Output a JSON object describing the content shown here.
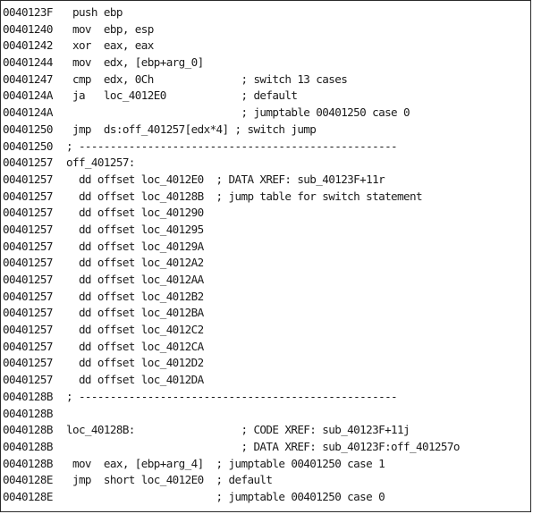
{
  "listing": {
    "lines": [
      {
        "addr": "0040123F",
        "text": "  push ebp"
      },
      {
        "addr": "00401240",
        "text": "  mov  ebp, esp"
      },
      {
        "addr": "00401242",
        "text": "  xor  eax, eax"
      },
      {
        "addr": "00401244",
        "text": "  mov  edx, [ebp+arg_0]"
      },
      {
        "addr": "00401247",
        "text": "  cmp  edx, 0Ch              ; switch 13 cases"
      },
      {
        "addr": "0040124A",
        "text": "  ja   loc_4012E0            ; default"
      },
      {
        "addr": "0040124A",
        "text": "                             ; jumptable 00401250 case 0"
      },
      {
        "addr": "00401250",
        "text": "  jmp  ds:off_401257[edx*4] ; switch jump"
      },
      {
        "addr": "00401250",
        "text": " ; ---------------------------------------------------"
      },
      {
        "addr": "00401257",
        "text": " off_401257:"
      },
      {
        "addr": "00401257",
        "text": "   dd offset loc_4012E0  ; DATA XREF: sub_40123F+11r"
      },
      {
        "addr": "00401257",
        "text": "   dd offset loc_40128B  ; jump table for switch statement"
      },
      {
        "addr": "00401257",
        "text": "   dd offset loc_401290"
      },
      {
        "addr": "00401257",
        "text": "   dd offset loc_401295"
      },
      {
        "addr": "00401257",
        "text": "   dd offset loc_40129A"
      },
      {
        "addr": "00401257",
        "text": "   dd offset loc_4012A2"
      },
      {
        "addr": "00401257",
        "text": "   dd offset loc_4012AA"
      },
      {
        "addr": "00401257",
        "text": "   dd offset loc_4012B2"
      },
      {
        "addr": "00401257",
        "text": "   dd offset loc_4012BA"
      },
      {
        "addr": "00401257",
        "text": "   dd offset loc_4012C2"
      },
      {
        "addr": "00401257",
        "text": "   dd offset loc_4012CA"
      },
      {
        "addr": "00401257",
        "text": "   dd offset loc_4012D2"
      },
      {
        "addr": "00401257",
        "text": "   dd offset loc_4012DA"
      },
      {
        "addr": "0040128B",
        "text": " ; ---------------------------------------------------"
      },
      {
        "addr": "0040128B",
        "text": ""
      },
      {
        "addr": "0040128B",
        "text": " loc_40128B:                 ; CODE XREF: sub_40123F+11j"
      },
      {
        "addr": "0040128B",
        "text": "                             ; DATA XREF: sub_40123F:off_401257o"
      },
      {
        "addr": "0040128B",
        "text": "  mov  eax, [ebp+arg_4]  ; jumptable 00401250 case 1"
      },
      {
        "addr": "0040128E",
        "text": "  jmp  short loc_4012E0  ; default"
      },
      {
        "addr": "0040128E",
        "text": "                         ; jumptable 00401250 case 0"
      }
    ]
  }
}
